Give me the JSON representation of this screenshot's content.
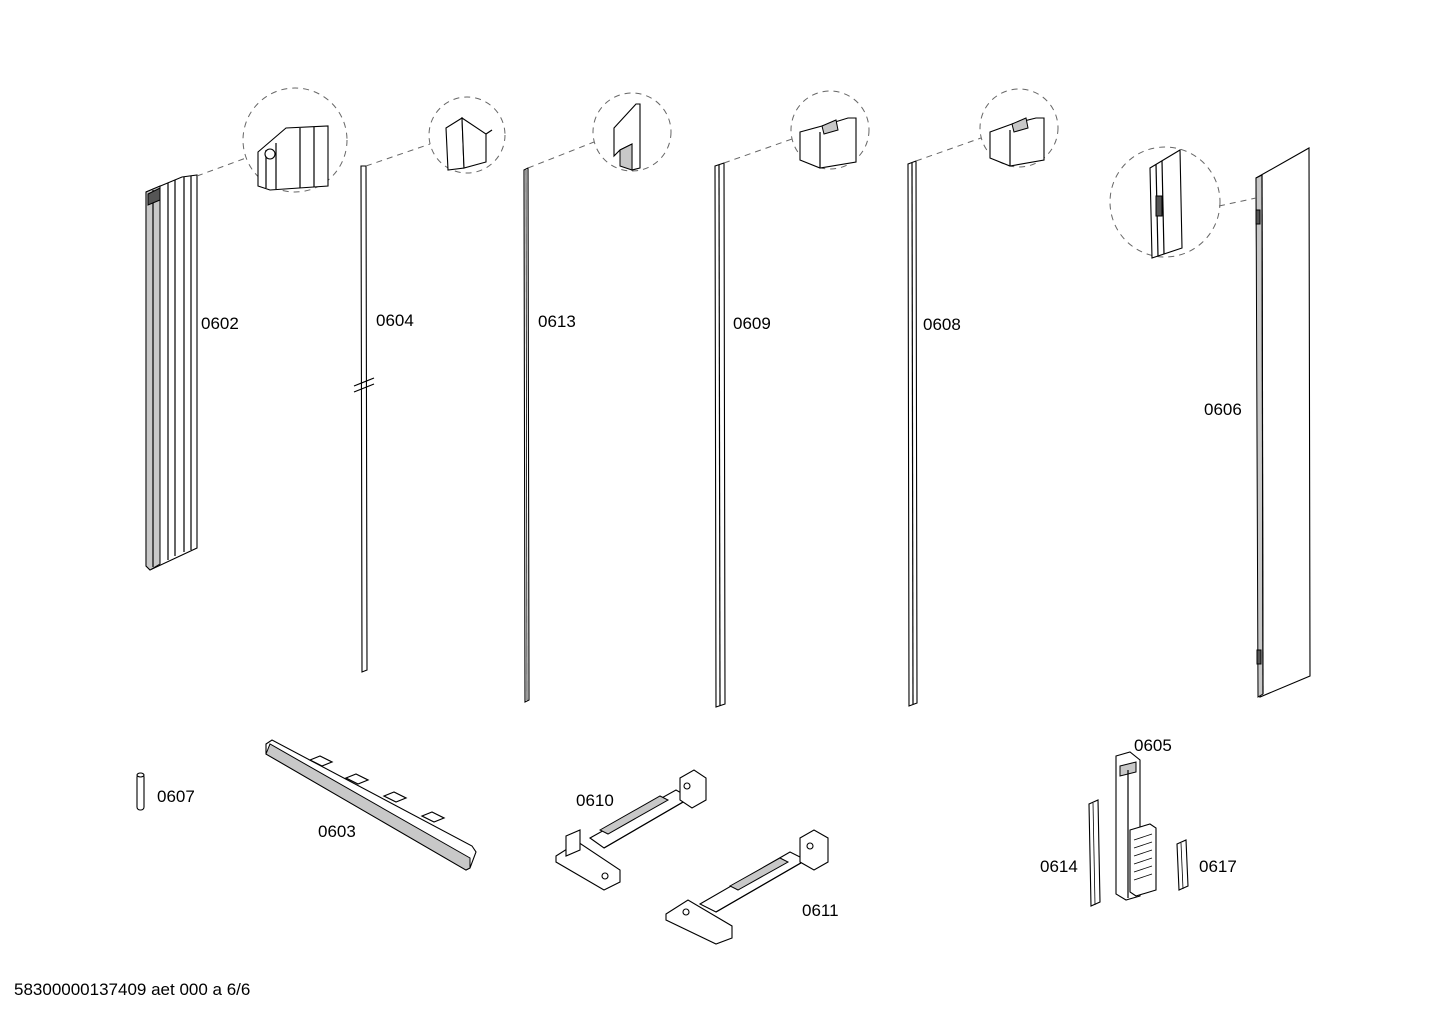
{
  "parts": [
    {
      "id": "p0602",
      "label": "0602"
    },
    {
      "id": "p0604",
      "label": "0604"
    },
    {
      "id": "p0613",
      "label": "0613"
    },
    {
      "id": "p0609",
      "label": "0609"
    },
    {
      "id": "p0608",
      "label": "0608"
    },
    {
      "id": "p0606",
      "label": "0606"
    },
    {
      "id": "p0607",
      "label": "0607"
    },
    {
      "id": "p0603",
      "label": "0603"
    },
    {
      "id": "p0610",
      "label": "0610"
    },
    {
      "id": "p0611",
      "label": "0611"
    },
    {
      "id": "p0605",
      "label": "0605"
    },
    {
      "id": "p0614",
      "label": "0614"
    },
    {
      "id": "p0617",
      "label": "0617"
    }
  ],
  "footer": {
    "document_code": "58300000137409 aet 000 a 6/6"
  }
}
